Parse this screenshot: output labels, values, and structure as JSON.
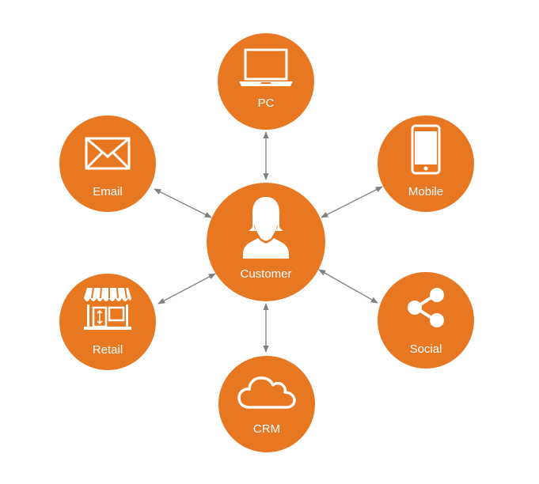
{
  "diagram": {
    "colors": {
      "node_fill": "#E87722",
      "icon_stroke": "#ffffff",
      "connector": "#7f7f7f"
    },
    "center": {
      "label": "Customer",
      "icon": "person-silhouette-icon"
    },
    "nodes": [
      {
        "id": "pc",
        "label": "PC",
        "icon": "laptop-icon"
      },
      {
        "id": "email",
        "label": "Email",
        "icon": "envelope-icon"
      },
      {
        "id": "mobile",
        "label": "Mobile",
        "icon": "smartphone-icon"
      },
      {
        "id": "retail",
        "label": "Retail",
        "icon": "storefront-icon"
      },
      {
        "id": "social",
        "label": "Social",
        "icon": "share-icon"
      },
      {
        "id": "crm",
        "label": "CRM",
        "icon": "cloud-icon"
      }
    ],
    "connections": [
      {
        "from": "customer",
        "to": "pc",
        "direction": "both"
      },
      {
        "from": "customer",
        "to": "email",
        "direction": "both"
      },
      {
        "from": "customer",
        "to": "mobile",
        "direction": "both"
      },
      {
        "from": "customer",
        "to": "retail",
        "direction": "both"
      },
      {
        "from": "customer",
        "to": "social",
        "direction": "both"
      },
      {
        "from": "customer",
        "to": "crm",
        "direction": "both"
      }
    ]
  }
}
